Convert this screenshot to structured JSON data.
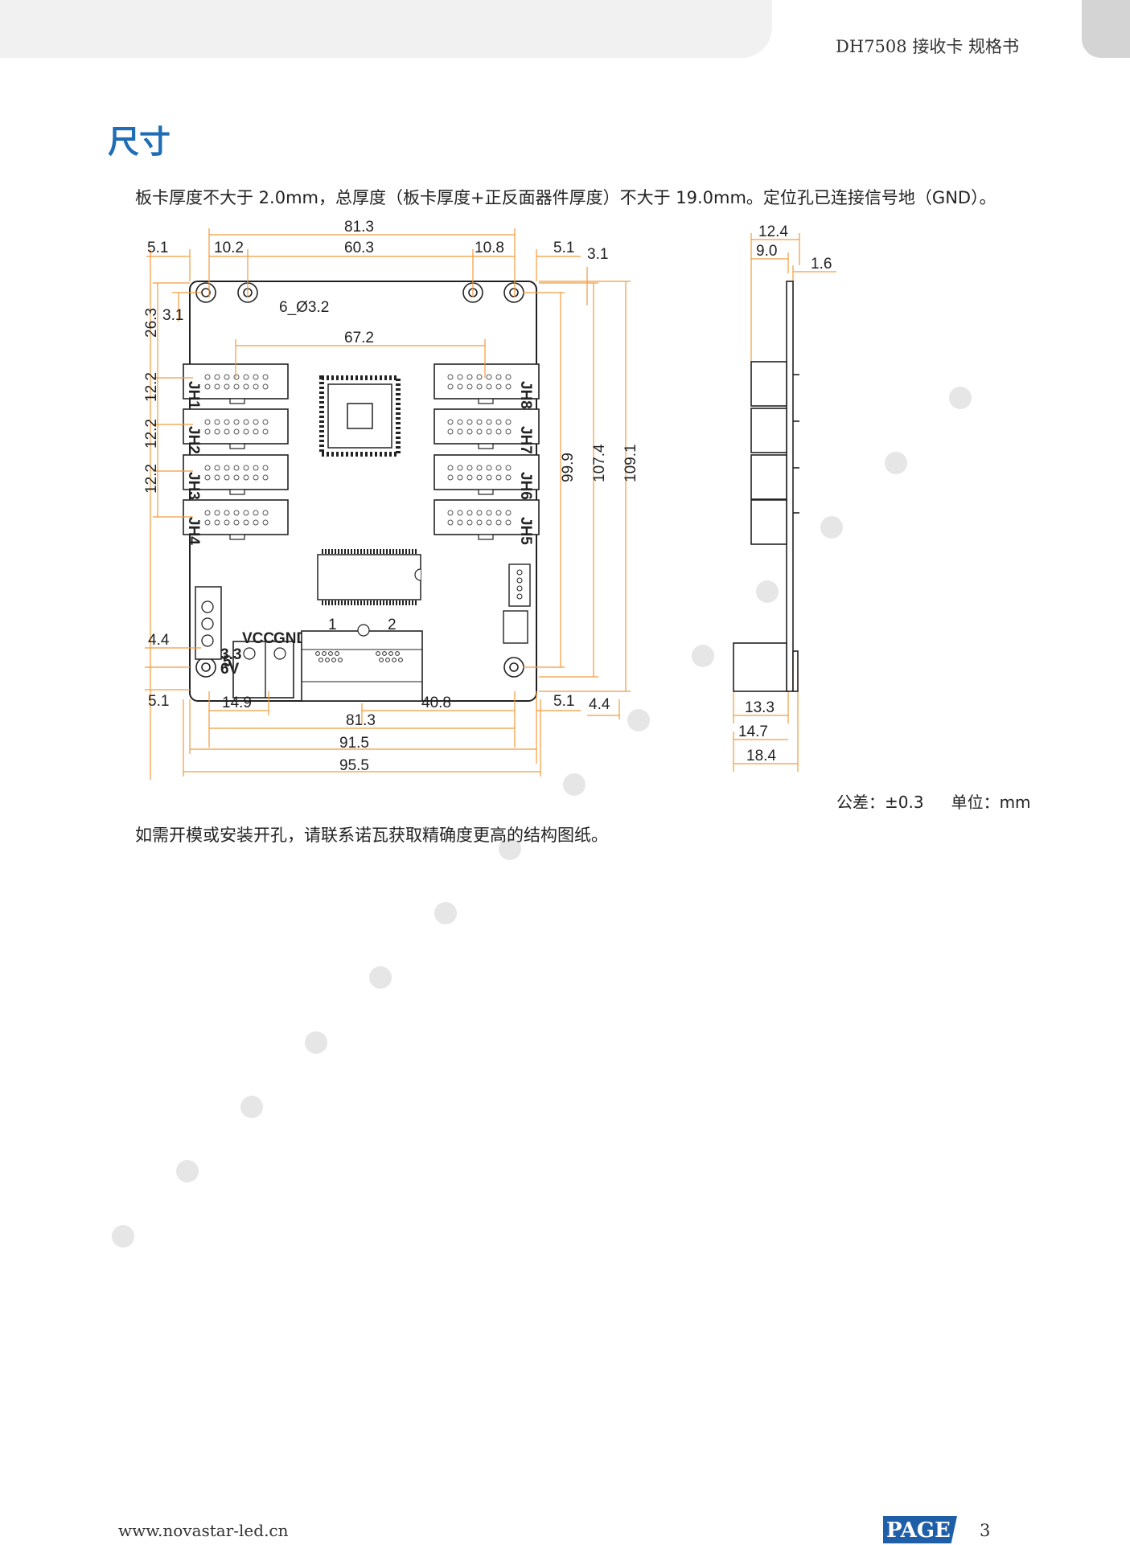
{
  "header": {
    "title": "DH7508 接收卡 规格书"
  },
  "section": {
    "title": "尺寸"
  },
  "intro": "板卡厚度不大于 2.0mm，总厚度（板卡厚度+正反面器件厚度）不大于 19.0mm。定位孔已连接信号地（GND）。",
  "drawing": {
    "front": {
      "dims": [
        "81.3",
        "5.1",
        "10.2",
        "60.3",
        "10.8",
        "5.1",
        "3.1",
        "6_Ø3.2",
        "3.1",
        "26.3",
        "67.2",
        "12.2",
        "12.2",
        "12.2",
        "99.9",
        "107.4",
        "109.1",
        "4.4",
        "5.1",
        "14.9",
        "40.8",
        "81.3",
        "5.1",
        "4.4",
        "91.5",
        "95.5"
      ],
      "connectors_left": [
        "JH1",
        "JH2",
        "JH3",
        "JH4"
      ],
      "connectors_right": [
        "JH8",
        "JH7",
        "JH6",
        "JH5"
      ],
      "power_labels": [
        "VCC",
        "GND"
      ],
      "rj45_labels": [
        "1",
        "2"
      ],
      "voltage_labels": [
        "3.3",
        "5",
        "6V"
      ]
    },
    "side": {
      "dims": [
        "12.4",
        "9.0",
        "1.6",
        "13.3",
        "14.7",
        "18.4"
      ]
    }
  },
  "tolerance": {
    "label": "公差：±0.3",
    "unit": "单位：mm"
  },
  "note": "如需开模或安装开孔，请联系诺瓦获取精确度更高的结构图纸。",
  "footer": {
    "url": "www.novastar-led.cn",
    "page_label": "PAGE",
    "page_number": "3"
  },
  "colors": {
    "accent": "#1f6db5",
    "dimension": "#f29a3a",
    "badge": "#1f5fa8"
  }
}
